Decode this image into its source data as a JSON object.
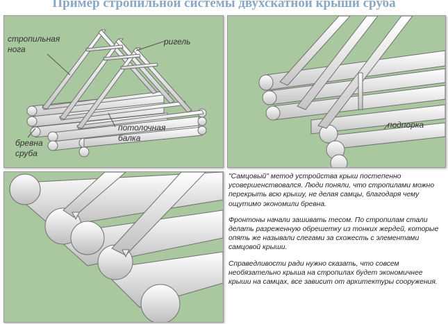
{
  "title": "Пример стропильной системы двухскатной крыши сруба",
  "panel1": {
    "labels": {
      "rafter_leg": "стропильная\nнога",
      "collar_beam": "ригель",
      "ceiling_beam": "потолочная\nбалка",
      "log_house": "бревна\nсруба"
    }
  },
  "panel2": {
    "labels": {
      "prop": "подпорка"
    }
  },
  "paragraphs": [
    "\"Самцовый\" метод устройства крыш постепенно усовершенствовался. Люди поняли, что стропилами можно перекрыть всю крышу, не делая самцы, благодаря чему ощутимо экономили бревна.",
    "Фронтоны начали зашивать тесом. По стропилам стали делать разреженную обрешетку из тонких жердей, которые опять же называли слегами за схожесть с элементами самцовой крыши.",
    "Справедливости ради нужно сказать, что совсем необязательно крыша на стропилах будет экономичнее крыши на самцах, все зависит от архитектуры сооружения."
  ],
  "colors": {
    "panel_bg": "#aac8a0",
    "timber": "#f2f2f2",
    "timber_edge": "#7a7a7a",
    "title": "#8aa7c4"
  }
}
